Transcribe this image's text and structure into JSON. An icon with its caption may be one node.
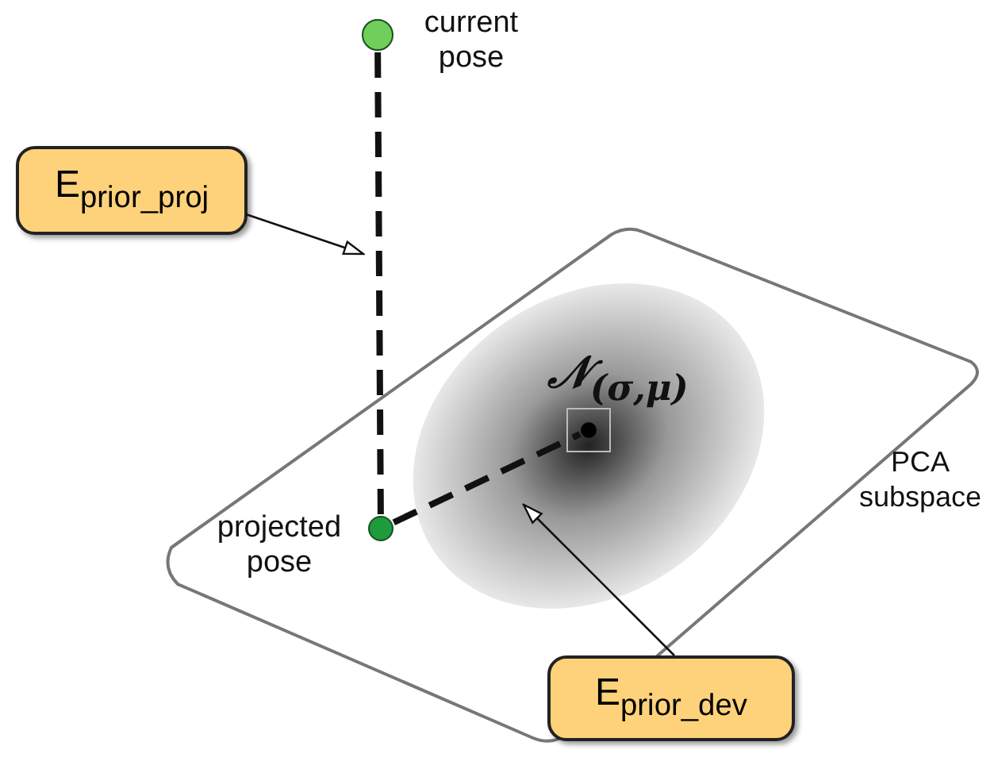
{
  "diagram": {
    "nodes": [
      {
        "text": [],
        "shape": "circle",
        "beside": [
          "current pose"
        ]
      },
      {
        "text": [
          "PCA subspace"
        ]
      },
      {
        "text": [
          "𝒩$_{(σ,μ)}$"
        ],
        "in": 1
      },
      {
        "text": [],
        "shape": "circle",
        "beside": [
          "projected pose"
        ],
        "in": 1
      },
      {
        "text": [],
        "shape": "circle",
        "in": 2
      },
      {
        "text": [
          "E$_{prior_proj}$"
        ]
      },
      {
        "text": [
          "E$_{prior_dev}$"
        ]
      }
    ],
    "edges": [
      {
        "from": 0,
        "to": 3,
        "arrow": "none",
        "style": "dashed"
      },
      {
        "from": 3,
        "to": 4,
        "arrow": "none",
        "style": "dashed"
      },
      {
        "from": 5,
        "to": null,
        "arrow": "to"
      },
      {
        "from": 6,
        "to": null,
        "arrow": "to"
      }
    ]
  }
}
